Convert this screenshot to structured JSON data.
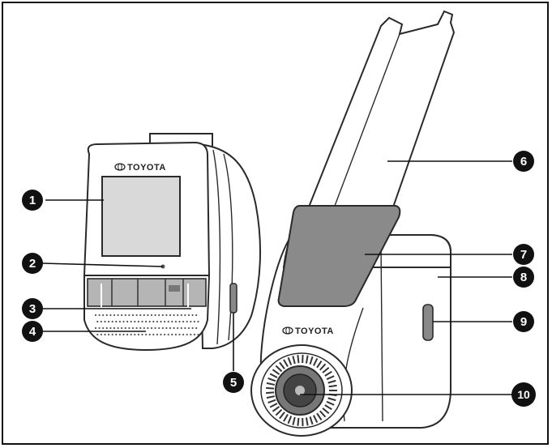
{
  "brand": {
    "front_logo_text": "TOYOTA",
    "rear_logo_text": "TOYOTA"
  },
  "callouts": [
    {
      "id": "1",
      "label": "1"
    },
    {
      "id": "2",
      "label": "2"
    },
    {
      "id": "3",
      "label": "3"
    },
    {
      "id": "4",
      "label": "4"
    },
    {
      "id": "5",
      "label": "5"
    },
    {
      "id": "6",
      "label": "6"
    },
    {
      "id": "7",
      "label": "7"
    },
    {
      "id": "8",
      "label": "8"
    },
    {
      "id": "9",
      "label": "9"
    },
    {
      "id": "10",
      "label": "10"
    }
  ],
  "colors": {
    "outline": "#2a2a2a",
    "screen_fill": "#d9d9d9",
    "pad_fill": "#8a8a8a",
    "callout_fill": "#111111"
  }
}
